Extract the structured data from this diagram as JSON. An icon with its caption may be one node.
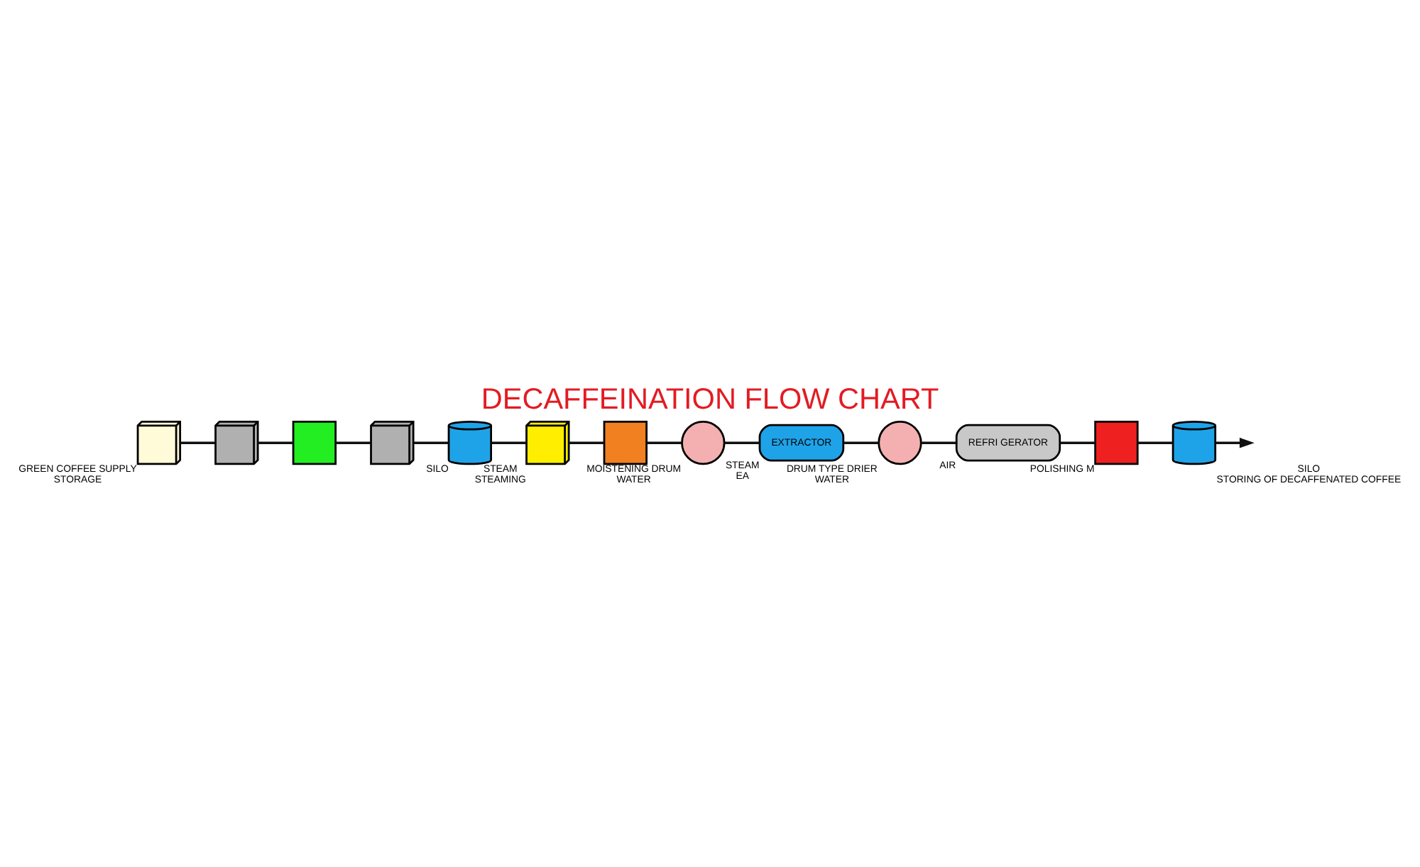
{
  "diagram": {
    "title": "DECAFFEINATION FLOW CHART",
    "nodes": [
      {
        "text": [],
        "shape": "picture",
        "beside": [
          "GREEN COFFEE SUPPLY",
          "STORAGE"
        ]
      },
      {
        "text": [],
        "shape": "picture"
      },
      {
        "text": [],
        "shape": "box"
      },
      {
        "text": [],
        "shape": "picture"
      },
      {
        "text": [],
        "shape": "cylinder",
        "beside": [
          "SILO"
        ]
      },
      {
        "text": [],
        "shape": "picture",
        "beside": [
          "STEAM",
          "STEAMING"
        ]
      },
      {
        "text": [],
        "shape": "box"
      },
      {
        "text": [],
        "shape": "circle",
        "beside": [
          "MOISTENING DRUM",
          "WATER"
        ]
      },
      {
        "text": [
          "EXTRACTOR"
        ],
        "beside": [
          "STEAM",
          "EA"
        ]
      },
      {
        "text": [],
        "shape": "circle",
        "beside": [
          "DRUM TYPE DRIER",
          "WATER"
        ]
      },
      {
        "text": [
          "REFRI GERATOR"
        ],
        "beside": [
          "AIR"
        ]
      },
      {
        "text": [],
        "shape": "box",
        "beside": [
          "POLISHING M"
        ]
      },
      {
        "text": [],
        "shape": "cylinder",
        "beside": [
          "SILO",
          "STORING OF DECAFFENATED COFFEE"
        ]
      }
    ],
    "edges": [
      {
        "from": 0,
        "to": 1,
        "arrow": "none"
      },
      {
        "from": 1,
        "to": 2,
        "arrow": "none"
      },
      {
        "from": 2,
        "to": 3,
        "arrow": "none"
      },
      {
        "from": 3,
        "to": 4,
        "arrow": "none"
      },
      {
        "from": 4,
        "to": 5,
        "arrow": "none"
      },
      {
        "from": 5,
        "to": 6,
        "arrow": "none"
      },
      {
        "from": 6,
        "to": 7,
        "arrow": "none"
      },
      {
        "from": 7,
        "to": 8,
        "arrow": "none"
      },
      {
        "from": 8,
        "to": 9,
        "arrow": "none"
      },
      {
        "from": 9,
        "to": 10,
        "arrow": "none"
      },
      {
        "from": 10,
        "to": 11,
        "arrow": "none"
      },
      {
        "from": 11,
        "to": 12,
        "arrow": "none"
      },
      {
        "from": 12,
        "to": null,
        "arrow": "to"
      }
    ]
  }
}
